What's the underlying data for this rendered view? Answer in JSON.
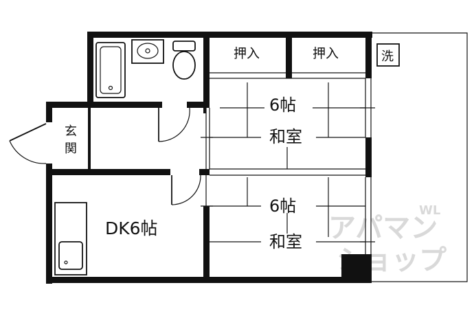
{
  "rooms": {
    "oshiire_1": "押入",
    "oshiire_2": "押入",
    "washitsu_top_size": "6帖",
    "washitsu_top_name": "和室",
    "washitsu_bottom_size": "6帖",
    "washitsu_bottom_name": "和室",
    "dk": "DK6帖",
    "genkan_1": "玄",
    "genkan_2": "関",
    "sentaku": "洗"
  },
  "watermark": {
    "line1": "アパマン",
    "line2": "ショップ",
    "mark": "WL"
  }
}
